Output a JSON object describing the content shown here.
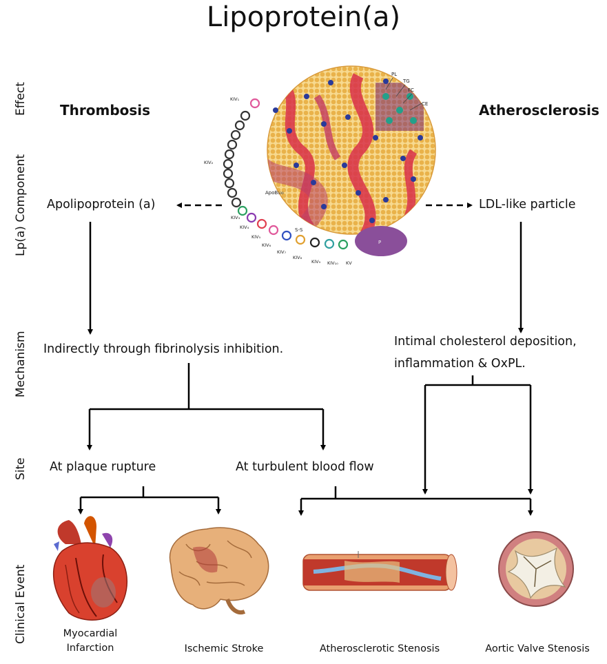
{
  "title": "Lipoprotein(a)",
  "row_labels": {
    "effect": "Effect",
    "component": "Lp(a) Component",
    "mechanism": "Mechanism",
    "site": "Site",
    "clinical_event": "Clinical Event"
  },
  "effects": {
    "left": "Thrombosis",
    "right": "Atherosclerosis"
  },
  "components": {
    "left": "Apolipoprotein (a)",
    "right": "LDL-like particle"
  },
  "mechanisms": {
    "left": "Indirectly through fibrinolysis inhibition.",
    "right_line1": "Intimal cholesterol deposition,",
    "right_line2": "inflammation & OxPL."
  },
  "sites": {
    "left": "At plaque rupture",
    "right": "At turbulent blood flow"
  },
  "events": {
    "mi_line1": "Myocardial",
    "mi_line2": "Infarction",
    "stroke": "Ischemic Stroke",
    "stenosis": "Atherosclerotic Stenosis",
    "aortic": "Aortic Valve Stenosis"
  },
  "particle_labels": {
    "pl": "PL",
    "tg": "TG",
    "fc": "FC",
    "ce": "CE",
    "kiv1": "KIV₁",
    "kiv2": "KIV₂",
    "apob": "ApoB₁₀₀",
    "kiv3": "KIV₃",
    "kiv4": "KIV₄",
    "kiv5": "KIV₅",
    "kiv6": "KIV₆",
    "kiv7": "KIV₇",
    "kiv8": "KIV₈",
    "kiv9": "KIV₉",
    "kiv10": "KIV₁₀",
    "kv": "KV",
    "p": "P",
    "ss": "S-S"
  },
  "colors": {
    "particle_fill": "#f2c86a",
    "particle_dots": "#e9b24a",
    "apob_ribbon": "#d8304a",
    "blue_dots": "#2a3a9a",
    "kringle": "#333333",
    "protease": "#8a4f9a",
    "arrow": "#000000"
  }
}
